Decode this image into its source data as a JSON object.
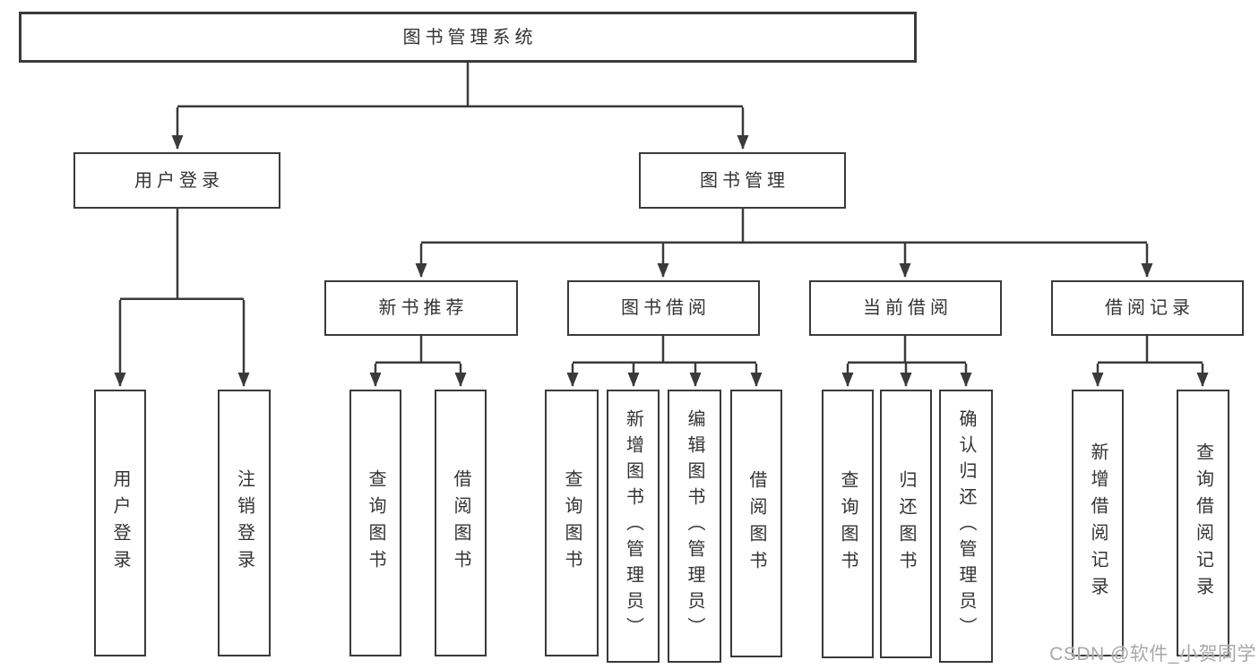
{
  "tree": {
    "root": {
      "label": "图书管理系统",
      "children": [
        {
          "label": "用户登录",
          "children": [
            {
              "label": "用户登录"
            },
            {
              "label": "注销登录"
            }
          ]
        },
        {
          "label": "图书管理",
          "children": [
            {
              "label": "新书推荐",
              "children": [
                {
                  "label": "查询图书"
                },
                {
                  "label": "借阅图书"
                }
              ]
            },
            {
              "label": "图书借阅",
              "children": [
                {
                  "label": "查询图书"
                },
                {
                  "label": "新增图书（管理员）"
                },
                {
                  "label": "编辑图书（管理员）"
                },
                {
                  "label": "借阅图书"
                }
              ]
            },
            {
              "label": "当前借阅",
              "children": [
                {
                  "label": "查询图书"
                },
                {
                  "label": "归还图书"
                },
                {
                  "label": "确认归还（管理员）"
                }
              ]
            },
            {
              "label": "借阅记录",
              "children": [
                {
                  "label": "新增借阅记录"
                },
                {
                  "label": "查询借阅记录"
                }
              ]
            }
          ]
        }
      ]
    }
  },
  "watermark": {
    "text": "CSDN @软件_小贺同学"
  },
  "colors": {
    "line": "#3a3a3a",
    "box_border": "#3a3a3a",
    "text": "#333333",
    "watermark": "#a8a8a8",
    "background": "#ffffff"
  }
}
